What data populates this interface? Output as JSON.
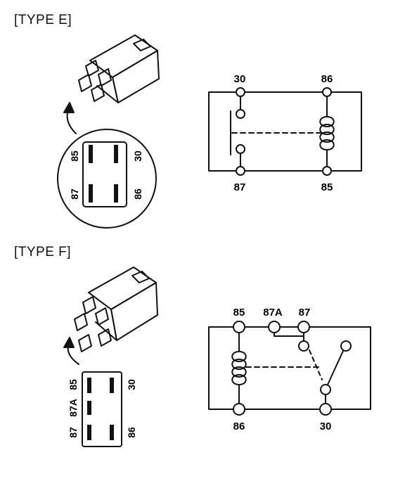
{
  "type_e": {
    "title": "[TYPE E]",
    "connector_pins": {
      "top_left": "85",
      "top_right": "30",
      "bottom_left": "87",
      "bottom_right": "86"
    },
    "schematic_pins": {
      "top_left": "30",
      "top_right": "86",
      "bottom_left": "87",
      "bottom_right": "85"
    }
  },
  "type_f": {
    "title": "[TYPE F]",
    "connector_pins": {
      "top_left": "85",
      "top_right": "30",
      "middle_left": "87A",
      "bottom_left": "87",
      "bottom_right": "86"
    },
    "schematic_pins": {
      "top_left": "85",
      "top_mid": "87A",
      "top_right": "87",
      "bottom_left": "86",
      "bottom_right": "30"
    }
  },
  "colors": {
    "ink": "#111111",
    "background": "#ffffff"
  }
}
